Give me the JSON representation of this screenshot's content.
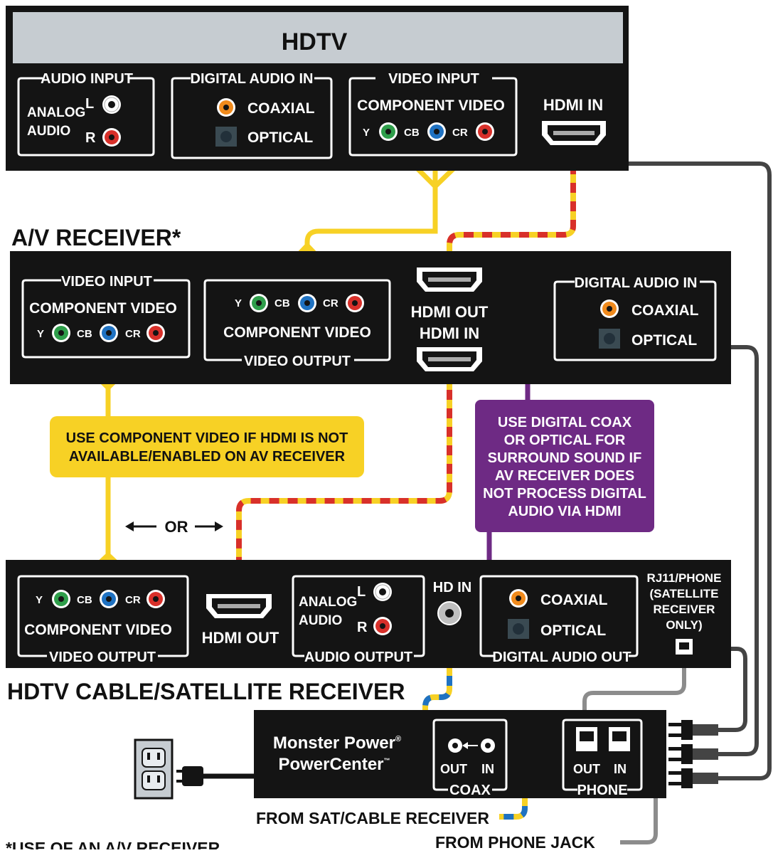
{
  "colors": {
    "panel": "#141414",
    "yellow_cable": "#f7d125",
    "red_dash": "#d8302a",
    "purple": "#6e2a84",
    "blue_coax": "#1f72c2",
    "gray_cable": "#8c8c8c",
    "green_jack": "#2e9e4a",
    "blue_jack": "#1f72c2",
    "red_jack": "#d8302a",
    "orange_jack": "#f08a1c",
    "tv_header": "#c6ccd1"
  },
  "hdtv": {
    "title": "HDTV",
    "audio_input": {
      "label": "AUDIO INPUT",
      "analog": "ANALOG",
      "audio": "AUDIO",
      "l": "L",
      "r": "R"
    },
    "digital_audio_in": {
      "label": "DIGITAL AUDIO IN",
      "coaxial": "COAXIAL",
      "optical": "OPTICAL"
    },
    "video_input": {
      "label": "VIDEO INPUT",
      "component": "COMPONENT VIDEO",
      "y": "Y",
      "cb": "CB",
      "cr": "CR"
    },
    "hdmi_in": "HDMI IN"
  },
  "av_receiver": {
    "title": "A/V RECEIVER*",
    "video_input": {
      "label": "VIDEO INPUT",
      "component": "COMPONENT VIDEO",
      "y": "Y",
      "cb": "CB",
      "cr": "CR"
    },
    "video_output": {
      "label": "VIDEO OUTPUT",
      "component": "COMPONENT VIDEO",
      "y": "Y",
      "cb": "CB",
      "cr": "CR"
    },
    "hdmi_out": "HDMI OUT",
    "hdmi_in": "HDMI IN",
    "digital_audio_in": {
      "label": "DIGITAL AUDIO IN",
      "coaxial": "COAXIAL",
      "optical": "OPTICAL"
    }
  },
  "notes": {
    "component_note": [
      "USE COMPONENT VIDEO IF HDMI IS NOT",
      "AVAILABLE/ENABLED ON AV RECEIVER"
    ],
    "digital_note": [
      "USE DIGITAL COAX",
      "OR OPTICAL FOR",
      "SURROUND SOUND IF",
      "AV RECEIVER DOES",
      "NOT PROCESS DIGITAL",
      "AUDIO VIA HDMI"
    ],
    "or_label": "OR"
  },
  "cable_box": {
    "title": "HDTV CABLE/SATELLITE RECEIVER",
    "video_output": {
      "label": "VIDEO OUTPUT",
      "component": "COMPONENT VIDEO",
      "y": "Y",
      "cb": "CB",
      "cr": "CR"
    },
    "hdmi_out": "HDMI OUT",
    "audio_output": {
      "label": "AUDIO OUTPUT",
      "analog": "ANALOG",
      "audio": "AUDIO",
      "l": "L",
      "r": "R"
    },
    "hd_in": "HD IN",
    "digital_audio_out": {
      "label": "DIGITAL AUDIO OUT",
      "coaxial": "COAXIAL",
      "optical": "OPTICAL"
    },
    "rj11": [
      "RJ11/PHONE",
      "(SATELLITE",
      "RECEIVER",
      "ONLY)"
    ]
  },
  "power_center": {
    "brand": "Monster Power",
    "reg": "®",
    "model": "PowerCenter",
    "tm": "™",
    "coax": {
      "label": "COAX",
      "out": "OUT",
      "in": "IN"
    },
    "phone": {
      "label": "PHONE",
      "out": "OUT",
      "in": "IN"
    }
  },
  "bottom_labels": {
    "from_sat": "FROM SAT/CABLE RECEIVER",
    "from_phone": "FROM PHONE JACK",
    "footnote": "*USE OF AN A/V RECEIVER"
  }
}
